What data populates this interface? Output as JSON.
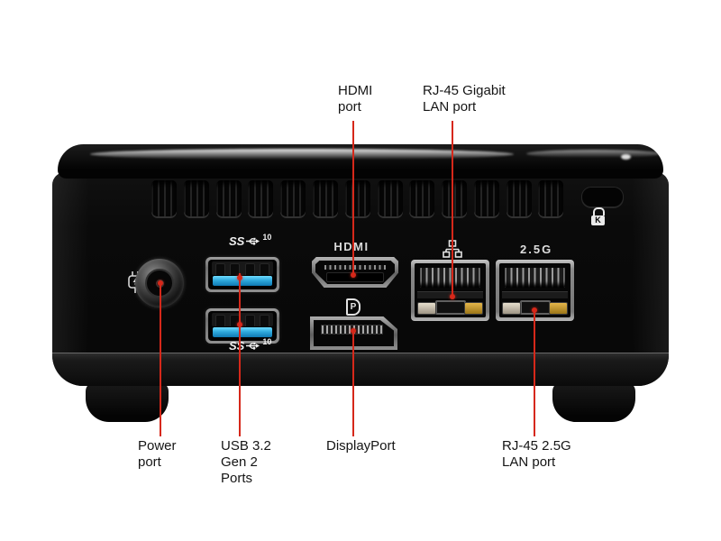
{
  "image_type": "annotated product diagram of a mini PC rear panel",
  "colors": {
    "background": "#ffffff",
    "accent_red": "#d6281a",
    "usb_blue": "#2fa9dd",
    "led_amber": "#e4b64b",
    "led_silver": "#e6decd",
    "chassis_black": "#0a0a0a"
  },
  "callouts": {
    "hdmi": {
      "line1": "HDMI",
      "line2": "port"
    },
    "gigabit_lan": {
      "line1": "RJ-45 Gigabit",
      "line2": "LAN port"
    },
    "power": {
      "line1": "Power",
      "line2": "port"
    },
    "usb": {
      "line1": "USB 3.2",
      "line2": "Gen 2",
      "line3": "Ports"
    },
    "displayport": {
      "line1": "DisplayPort"
    },
    "lan_25g": {
      "line1": "RJ-45 2.5G",
      "line2": "LAN port"
    }
  },
  "device_markings": {
    "hdmi_label": "HDMI",
    "lan_25g_label": "2.5G",
    "usb_logo_ss": "SS",
    "usb_logo_speed": "10",
    "dp_logo_letter": "P",
    "kensington_letter": "K"
  }
}
